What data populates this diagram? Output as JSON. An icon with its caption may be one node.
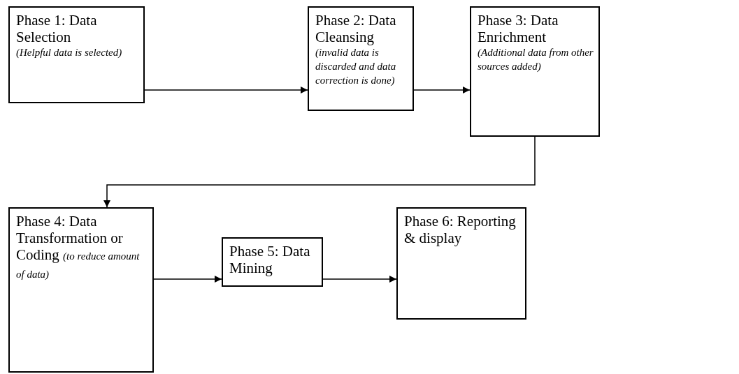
{
  "diagram": {
    "nodes": [
      {
        "text": [
          "Phase 1: Data Selection",
          "(Helpful data is selected)"
        ]
      },
      {
        "text": [
          "Phase 2: Data Cleansing",
          "(invalid data is discarded and data correction is done)"
        ]
      },
      {
        "text": [
          "Phase 3: Data Enrichment",
          "(Additional data from other sources added)"
        ]
      },
      {
        "text": [
          "Phase 4: Data Transformation or Coding *(to reduce amount of data)*"
        ]
      },
      {
        "text": [
          "Phase 5: Data Mining"
        ]
      },
      {
        "text": [
          "Phase 6: Reporting & display"
        ]
      }
    ],
    "edges": [
      {
        "from": 0,
        "to": 1,
        "arrow": "to"
      },
      {
        "from": 1,
        "to": 2,
        "arrow": "to"
      },
      {
        "from": 2,
        "to": 3,
        "arrow": "to"
      },
      {
        "from": 3,
        "to": 4,
        "arrow": "to"
      },
      {
        "from": 4,
        "to": 5,
        "arrow": "to"
      }
    ]
  }
}
